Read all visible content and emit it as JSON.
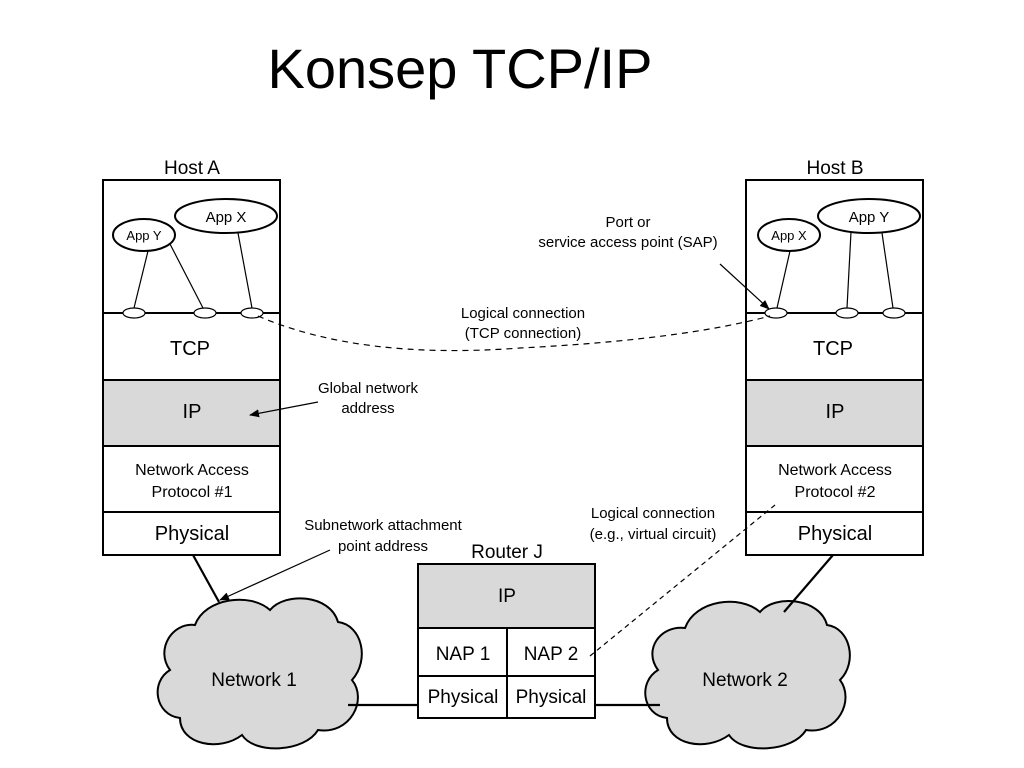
{
  "title": "Konsep TCP/IP",
  "host_a": {
    "label": "Host A",
    "app_small": "App Y",
    "app_large": "App X",
    "tcp": "TCP",
    "ip": "IP",
    "nap_line1": "Network Access",
    "nap_line2": "Protocol #1",
    "physical": "Physical"
  },
  "host_b": {
    "label": "Host B",
    "app_small": "App X",
    "app_large": "App Y",
    "tcp": "TCP",
    "ip": "IP",
    "nap_line1": "Network Access",
    "nap_line2": "Protocol #2",
    "physical": "Physical"
  },
  "router": {
    "label": "Router J",
    "ip": "IP",
    "nap1": "NAP 1",
    "nap2": "NAP 2",
    "physical1": "Physical",
    "physical2": "Physical"
  },
  "networks": {
    "net1": "Network 1",
    "net2": "Network 2"
  },
  "annotations": {
    "sap_line1": "Port or",
    "sap_line2": "service access point (SAP)",
    "logical_tcp_line1": "Logical connection",
    "logical_tcp_line2": "(TCP connection)",
    "global_line1": "Global network",
    "global_line2": "address",
    "subnet_line1": "Subnetwork attachment",
    "subnet_line2": "point address",
    "logical_vc_line1": "Logical connection",
    "logical_vc_line2": "(e.g., virtual circuit)"
  },
  "colors": {
    "ip_fill": "#d9d9d9",
    "stroke": "#000000"
  }
}
